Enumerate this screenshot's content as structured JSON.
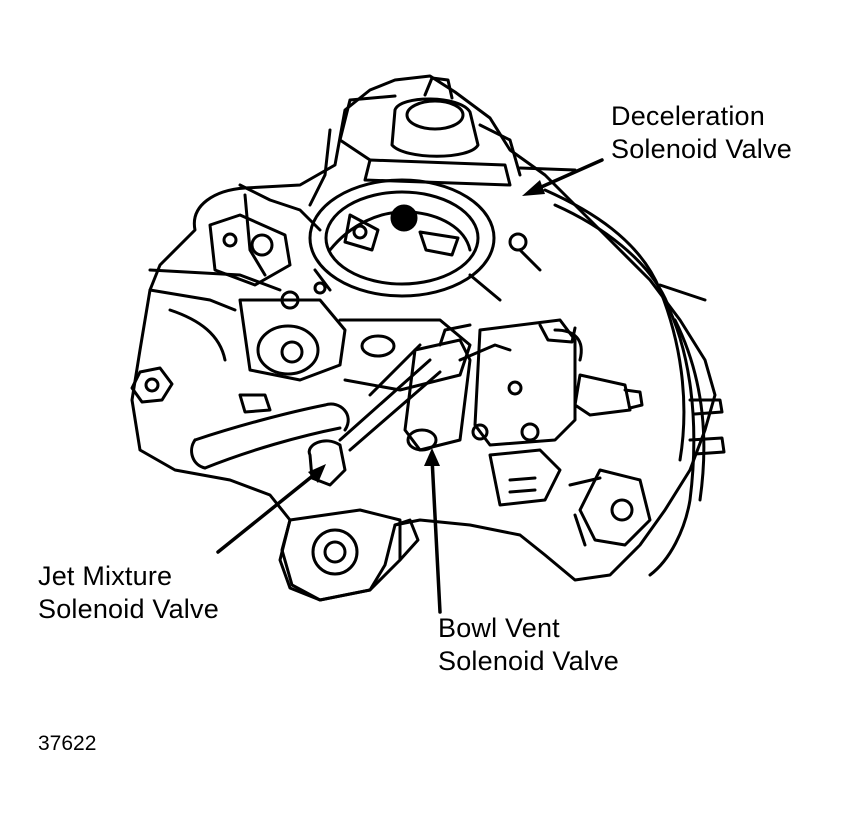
{
  "labels": {
    "deceleration": {
      "line1": "Deceleration",
      "line2": "Solenoid Valve"
    },
    "jet_mixture": {
      "line1": "Jet Mixture",
      "line2": "Solenoid Valve"
    },
    "bowl_vent": {
      "line1": "Bowl Vent",
      "line2": "Solenoid Valve"
    }
  },
  "figure_number": "37622",
  "colors": {
    "ink": "#000000",
    "paper": "#ffffff"
  }
}
